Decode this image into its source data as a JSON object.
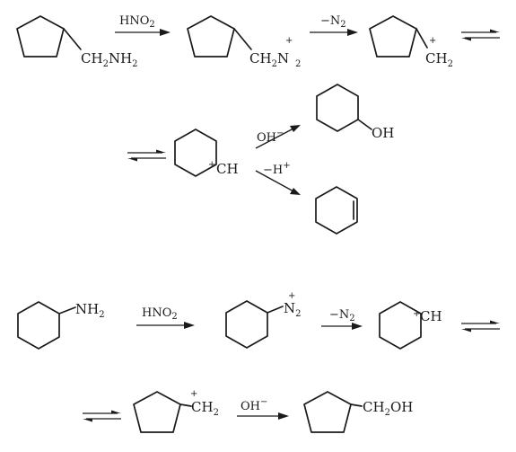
{
  "diagram": {
    "reaction1": {
      "reactant": {
        "group": "CH",
        "sub1": "2",
        "tail": "NH",
        "sub2": "2"
      },
      "arrow1_label": {
        "text": "HNO",
        "sub": "2"
      },
      "diazonium": {
        "group": "CH",
        "sub1": "2",
        "tail": "N",
        "charge": "+",
        "sub2": "2"
      },
      "arrow2_label": {
        "text": "−N",
        "sub": "2"
      },
      "primary_cation": {
        "charge": "+",
        "group": "CH",
        "sub": "2"
      },
      "ring_expanded_cation": {
        "charge": "+",
        "group": "CH"
      },
      "arrow_oh_label": {
        "text": "OH",
        "sup": "−"
      },
      "alcohol_product": {
        "group": "OH"
      },
      "arrow_h_label": {
        "text": "−H",
        "sup": "+"
      }
    },
    "reaction2": {
      "reactant": {
        "group": "NH",
        "sub": "2"
      },
      "arrow1_label": {
        "text": "HNO",
        "sub": "2"
      },
      "diazonium": {
        "charge": "+",
        "group": "N",
        "sub": "2"
      },
      "arrow2_label": {
        "text": "−N",
        "sub": "2"
      },
      "secondary_cation": {
        "charge": "+",
        "group": "CH"
      },
      "ring_contracted_cation": {
        "charge": "+",
        "group": "CH",
        "sub": "2"
      },
      "arrow_oh_label": {
        "text": "OH",
        "sup": "−"
      },
      "alcohol_product": {
        "group": "CH",
        "sub": "2",
        "tail": "OH"
      }
    }
  }
}
